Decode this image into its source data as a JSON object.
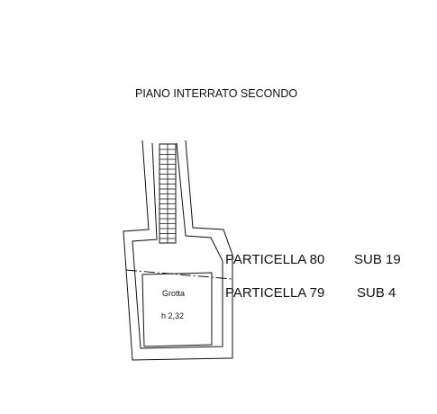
{
  "title": "PIANO INTERRATO SECONDO",
  "parcels": [
    {
      "particella": "PARTICELLA 80",
      "sub": "SUB 19"
    },
    {
      "particella": "PARTICELLA 79",
      "sub": "SUB 4"
    }
  ],
  "room": {
    "name": "Grotta",
    "height": "h 2,32"
  },
  "colors": {
    "ink": "#111111",
    "background": "#ffffff"
  }
}
